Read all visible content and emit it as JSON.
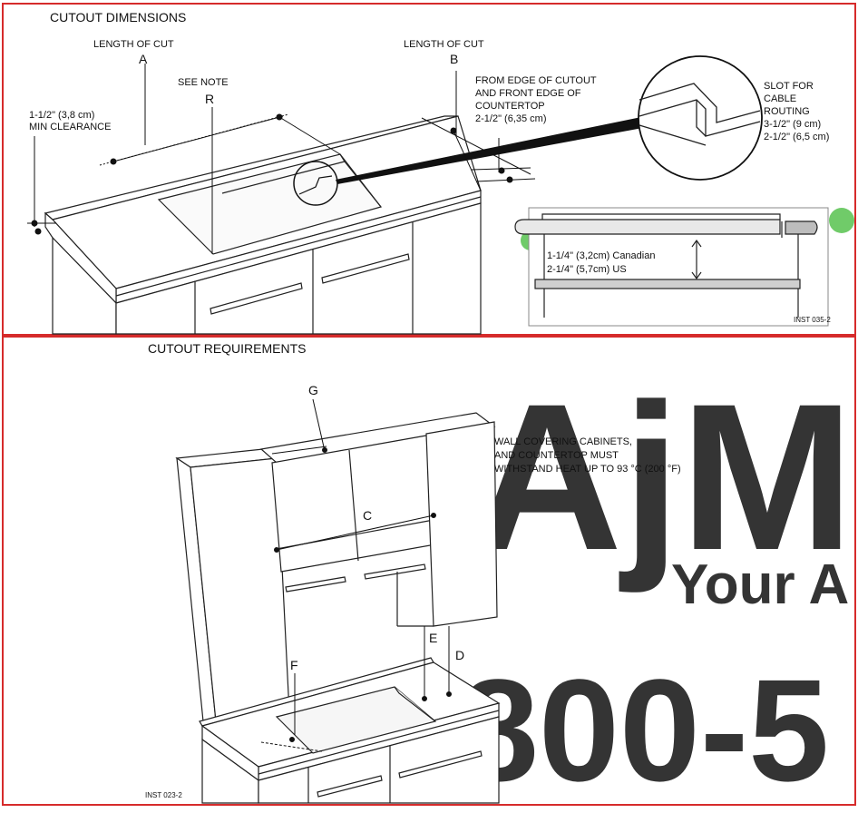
{
  "top_panel": {
    "title": "CUTOUT DIMENSIONS",
    "length_a_label": "LENGTH OF CUT",
    "length_a_letter": "A",
    "length_b_label": "LENGTH OF CUT",
    "length_b_letter": "B",
    "see_note_label": "SEE NOTE",
    "see_note_letter": "R",
    "clearance_line1": "1-1/2\" (3,8 cm)",
    "clearance_line2": "MIN CLEARANCE",
    "edge_line1": "FROM EDGE OF CUTOUT",
    "edge_line2": "AND FRONT EDGE OF",
    "edge_line3": "COUNTERTOP",
    "edge_line4": "2-1/2\" (6,35 cm)",
    "slot_line1": "SLOT FOR",
    "slot_line2": "CABLE",
    "slot_line3": "ROUTING",
    "slot_line4": "3-1/2\" (9 cm)",
    "slot_line5": "2-1/2\" (6,5 cm)",
    "height_line1": "1-1/4\" (3,2cm) Canadian",
    "height_line2": "2-1/4\" (5,7cm) US",
    "code": "INST 035-2"
  },
  "bottom_panel": {
    "title": "CUTOUT REQUIREMENTS",
    "letter_g": "G",
    "letter_c": "C",
    "letter_e": "E",
    "letter_d": "D",
    "letter_f": "F",
    "wall_line1": "WALL COVERING CABINETS,",
    "wall_line2": "AND COUNTERTOP MUST",
    "wall_line3": "WITHSTAND HEAT UP TO 93 °C (200 °F)",
    "code": "INST 023-2"
  },
  "watermark": {
    "brand": "AjM",
    "tagline": "Your A",
    "phone": "800-5"
  },
  "colors": {
    "frame": "#d62b2b",
    "green": "#57c24f",
    "blue": "#2f78c4"
  }
}
